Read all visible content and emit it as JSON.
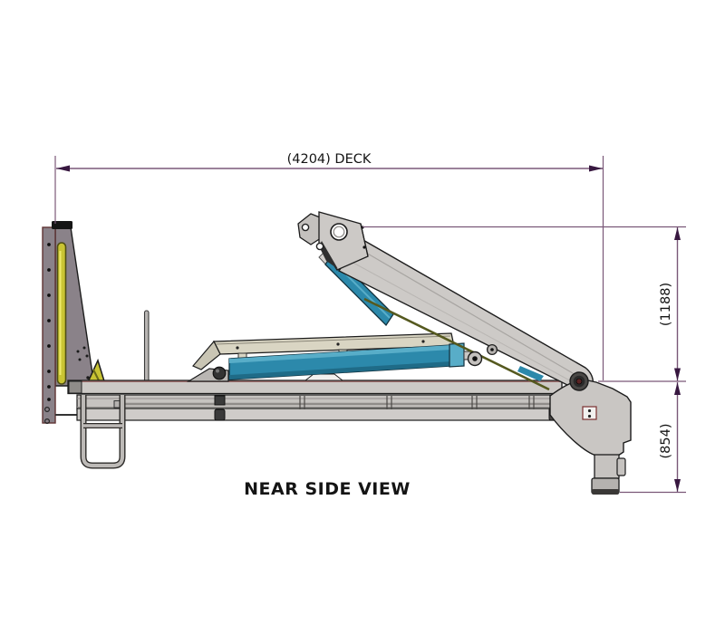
{
  "title": "NEAR SIDE VIEW",
  "dimensions": {
    "deck_length": {
      "label": "(4204) DECK",
      "orientation": "horizontal"
    },
    "height_arm": {
      "label": "(1188)",
      "orientation": "vertical"
    },
    "height_rear": {
      "label": "(854)",
      "orientation": "vertical"
    }
  },
  "colors": {
    "dimension-line": "#7a5878",
    "dimension-arrow": "#381840",
    "text": "#141414",
    "outline": "#1c1c1c",
    "body-gray": "#cdcac7",
    "headboard-gray": "#8a8289",
    "cylinder-teal": "#2c89ab",
    "cylinder-teal-dark": "#1f6b87",
    "cylinder-teal-light": "#58adc8",
    "accent-yellow": "#c9c433",
    "deck-cream": "#d9d5c3",
    "maroon-edge": "#7a3a3a"
  }
}
